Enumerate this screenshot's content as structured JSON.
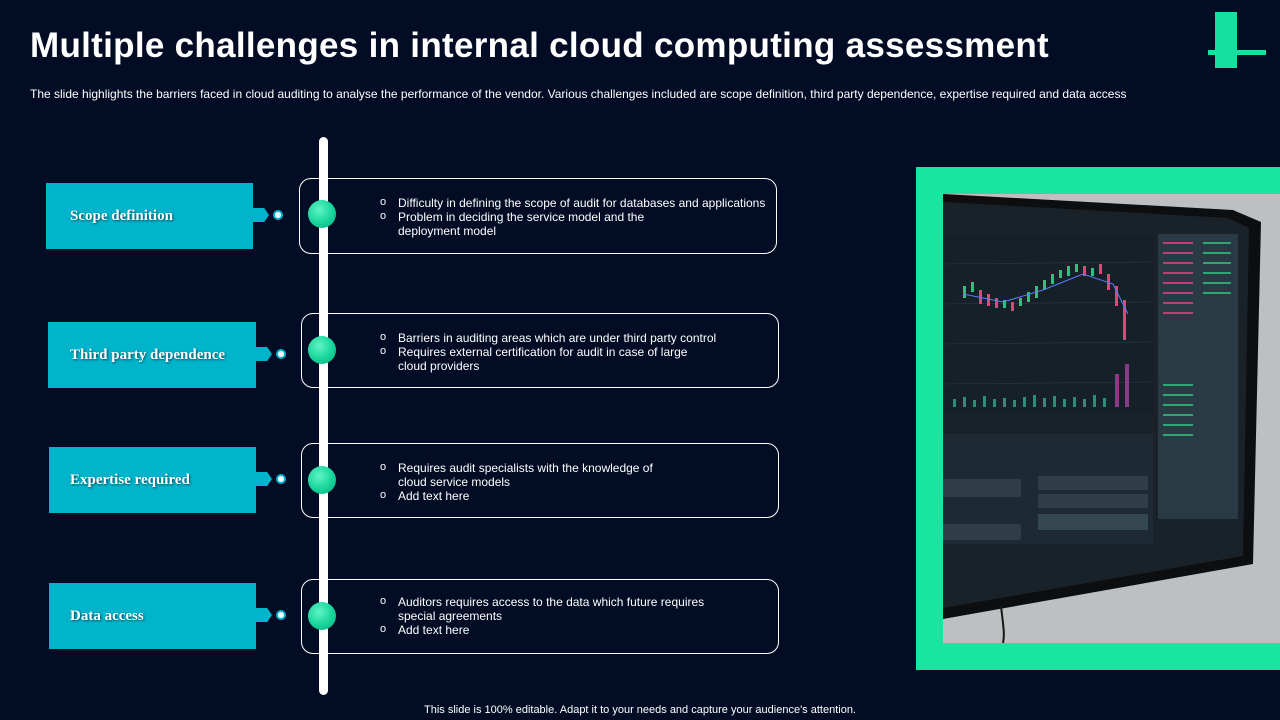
{
  "slide": {
    "title": "Multiple challenges in internal cloud computing assessment",
    "subtitle": "The slide highlights the barriers faced in cloud auditing to analyse the performance of the vendor. Various challenges included are scope definition, third party dependence, expertise required and data access",
    "footer": "This slide is 100% editable. Adapt it to your needs and capture your audience's attention."
  },
  "colors": {
    "background": "#020c24",
    "label_box": "#00b4cc",
    "accent_green": "#16e0a0",
    "text": "#ffffff"
  },
  "challenges": [
    {
      "label": "Scope definition",
      "points": [
        "Difficulty in defining the scope of audit for databases and applications",
        "Problem in deciding the service model and the deployment model"
      ]
    },
    {
      "label": "Third party dependence",
      "points": [
        "Barriers in auditing areas which are under third party control",
        "Requires external certification for audit in case of large cloud providers"
      ]
    },
    {
      "label": "Expertise required",
      "points": [
        "Requires audit specialists with the knowledge of cloud service models",
        "Add text here"
      ]
    },
    {
      "label": "Data access",
      "points": [
        "Auditors requires access to the data which future requires special agreements",
        "Add text here"
      ]
    }
  ],
  "photo": {
    "icon": "trading-screen-photo"
  }
}
